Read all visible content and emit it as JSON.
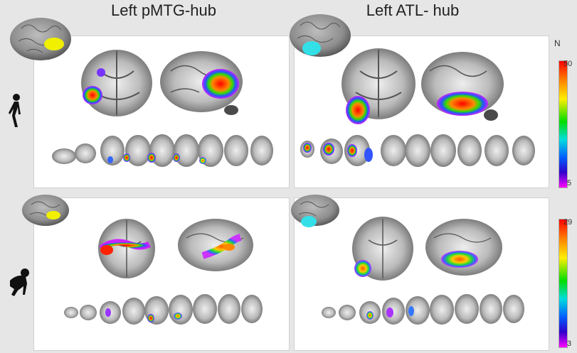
{
  "columns": {
    "left_title": "Left pMTG-hub",
    "right_title": "Left ATL- hub"
  },
  "colorbars": {
    "unit": "N",
    "human": {
      "max": "50",
      "min": "5"
    },
    "chimp": {
      "max": "29",
      "min": "3"
    }
  },
  "colors": {
    "pmtg_seed": "#f0f000",
    "atl_seed": "#33e0e8",
    "brain_gray": "#8a8a8a",
    "panel_bg": "#ffffff",
    "page_bg": "#e6e6e6"
  },
  "icons": {
    "human": "walking-human-icon",
    "chimp": "chimpanzee-icon"
  }
}
